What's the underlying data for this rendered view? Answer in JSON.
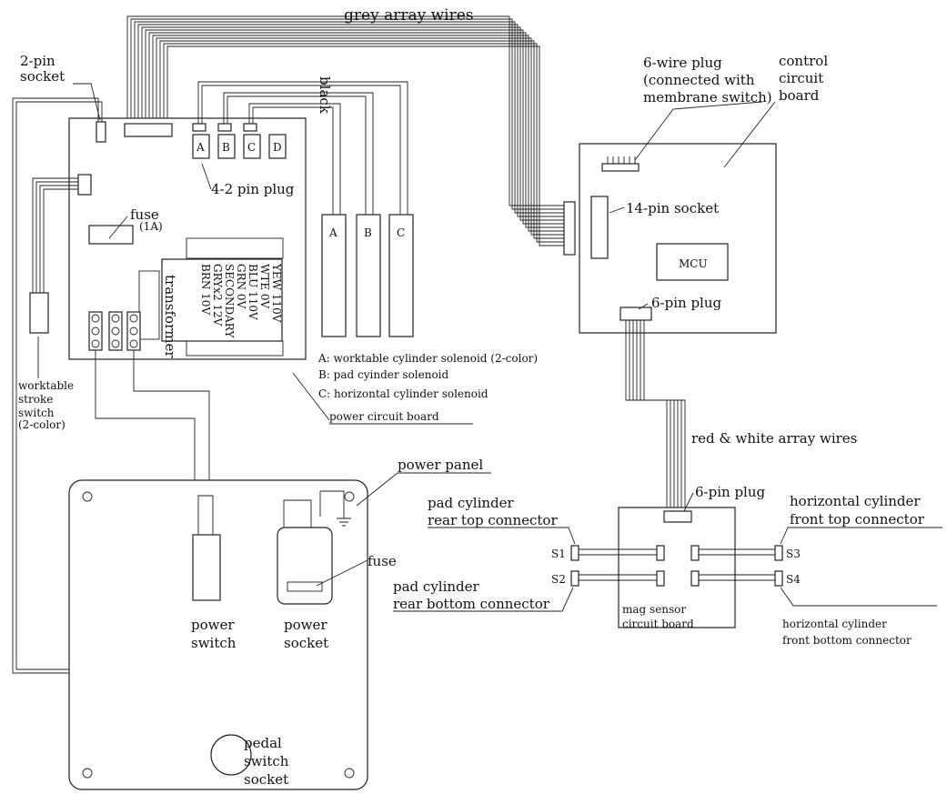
{
  "labels": {
    "grey_array_wires": "grey array wires",
    "two_pin_socket_l1": "2-pin",
    "two_pin_socket_l2": "socket",
    "black": "black",
    "six_wire_plug_l1": "6-wire plug",
    "six_wire_plug_l2": "(connected with",
    "six_wire_plug_l3": "membrane switch)",
    "control_board_l1": "control",
    "control_board_l2": "circuit",
    "control_board_l3": "board",
    "fourteen_pin_socket": "14-pin socket",
    "mcu": "MCU",
    "six_pin_plug_top": "6-pin plug",
    "four_two_pin_plug": "4-2 pin plug",
    "fuse_board": "fuse",
    "fuse_rating": "(1A)",
    "transformer": "transformer",
    "transformer_lines": [
      "YEW 110V",
      "WTE 0V",
      "BLU 110V",
      "GRN 0V",
      "SECONDARY",
      "GRYx2 12V",
      "BRN 10V"
    ],
    "plug_a": "A",
    "plug_b": "B",
    "plug_c": "C",
    "plug_d": "D",
    "solenoid_a": "A",
    "solenoid_b": "B",
    "solenoid_c": "C",
    "legend_a": "A: worktable cylinder solenoid (2-color)",
    "legend_b": "B: pad cyinder solenoid",
    "legend_c": "C: horizontal cylinder solenoid",
    "power_circuit_board": "power circuit board",
    "worktable_switch_l1": "worktable",
    "worktable_switch_l2": "stroke",
    "worktable_switch_l3": "switch",
    "worktable_switch_l4": "(2-color)",
    "red_white_wires": "red & white array wires",
    "power_panel": "power panel",
    "fuse_panel": "fuse",
    "power_switch_l1": "power",
    "power_switch_l2": "switch",
    "power_socket_l1": "power",
    "power_socket_l2": "socket",
    "pedal_l1": "pedal",
    "pedal_l2": "switch",
    "pedal_l3": "socket",
    "six_pin_plug_bottom": "6-pin plug",
    "pad_rear_top_l1": "pad cylinder",
    "pad_rear_top_l2": "rear top connector",
    "pad_rear_bottom_l1": "pad cylinder",
    "pad_rear_bottom_l2": "rear bottom connector",
    "horiz_front_top_l1": "horizontal cylinder",
    "horiz_front_top_l2": "front top connector",
    "horiz_front_bottom_l1": "horizontal cylinder",
    "horiz_front_bottom_l2": "front bottom connector",
    "s1": "S1",
    "s2": "S2",
    "s3": "S3",
    "s4": "S4",
    "mag_sensor_l1": "mag sensor",
    "mag_sensor_l2": "circuit board"
  }
}
